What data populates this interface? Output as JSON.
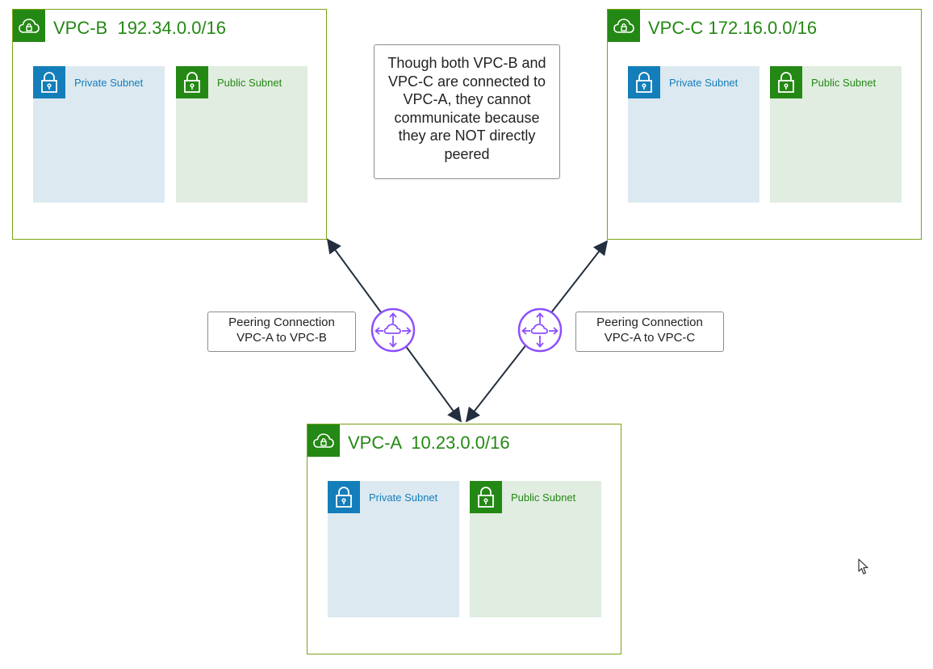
{
  "vpcs": {
    "b": {
      "title": "VPC-B  192.34.0.0/16",
      "private_label": "Private Subnet",
      "public_label": "Public Subnet"
    },
    "c": {
      "title": "VPC-C 172.16.0.0/16",
      "private_label": "Private Subnet",
      "public_label": "Public Subnet"
    },
    "a": {
      "title": "VPC-A  10.23.0.0/16",
      "private_label": "Private Subnet",
      "public_label": "Public Subnet"
    }
  },
  "note": {
    "lines": [
      "Though both VPC-B and",
      "VPC-C are connected to",
      "VPC-A, they cannot",
      "communicate because",
      "they are NOT directly",
      "peered"
    ]
  },
  "peering": {
    "ab": {
      "line1": "Peering Connection",
      "line2": "VPC-A to VPC-B"
    },
    "ac": {
      "line1": "Peering Connection",
      "line2": "VPC-A to VPC-C"
    }
  },
  "colors": {
    "vpc_border": "#7aa116",
    "vpc_green": "#248814",
    "private_blue": "#147eba",
    "private_fill": "#dce9f1",
    "public_fill": "#e0ede0",
    "router_purple": "#8c4fff",
    "arrow": "#232f3e"
  },
  "icons": {
    "vpc": "vpc-cloud-lock-icon",
    "subnet": "padlock-icon",
    "router": "peering-router-icon",
    "cursor": "mouse-pointer-icon"
  }
}
